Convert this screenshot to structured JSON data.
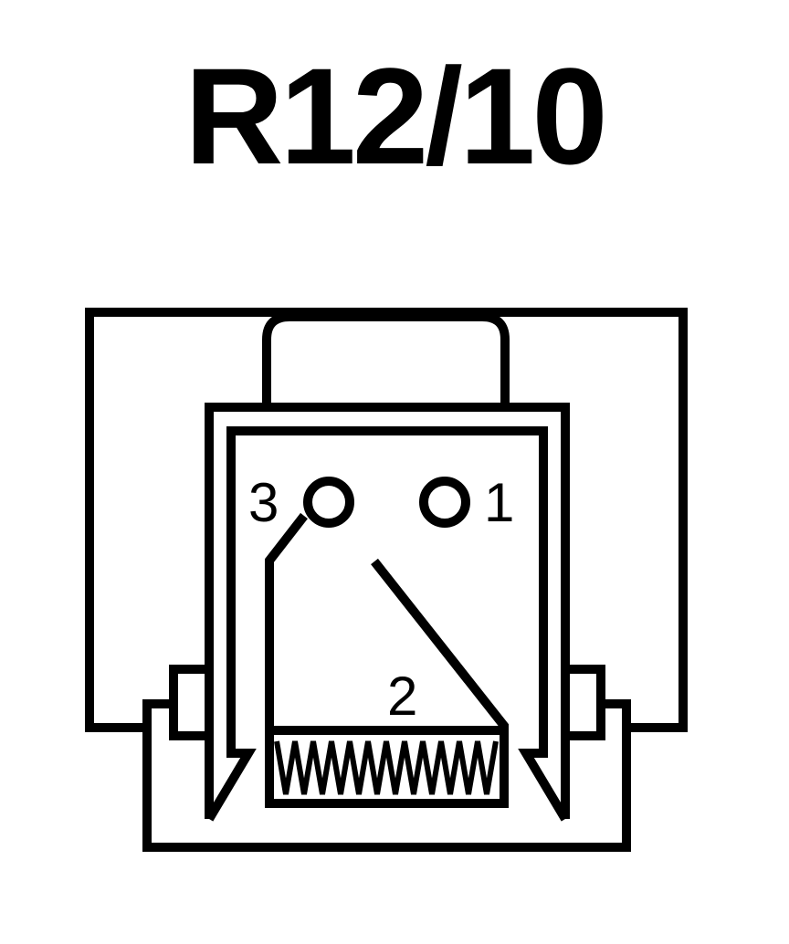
{
  "title": "R12/10",
  "pins": {
    "pin_3": "3",
    "pin_1": "1",
    "pin_2": "2"
  },
  "colors": {
    "line": "#000000",
    "background": "#ffffff"
  }
}
